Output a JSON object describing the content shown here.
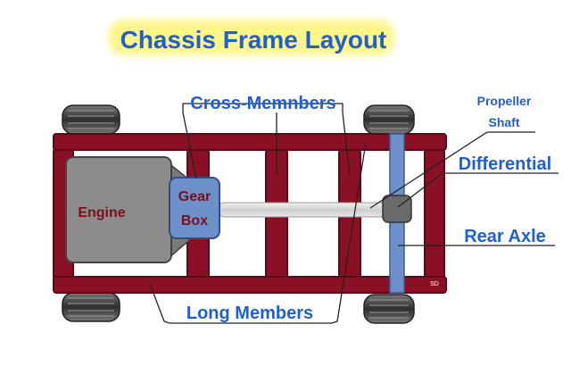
{
  "title": "Chassis Frame Layout",
  "labels": {
    "cross_members": "Cross-Memnbers",
    "propeller_line1": "Propeller",
    "propeller_line2": "Shaft",
    "differential": "Differential",
    "rear_axle": "Rear Axle",
    "long_members": "Long Members",
    "engine": "Engine",
    "gear_line1": "Gear",
    "gear_line2": "Box",
    "signature": "SD"
  },
  "colors": {
    "frame": "#8a1026",
    "frame_edge": "#5a0a18",
    "label_blue": "#1f5fd0",
    "title_highlight": "#fff68a",
    "engine": "#8c8c8c",
    "gearbox": "#6d90c9",
    "shaft": "#dedede",
    "tyre": "#3e3e3e",
    "leader_line": "#222222"
  }
}
